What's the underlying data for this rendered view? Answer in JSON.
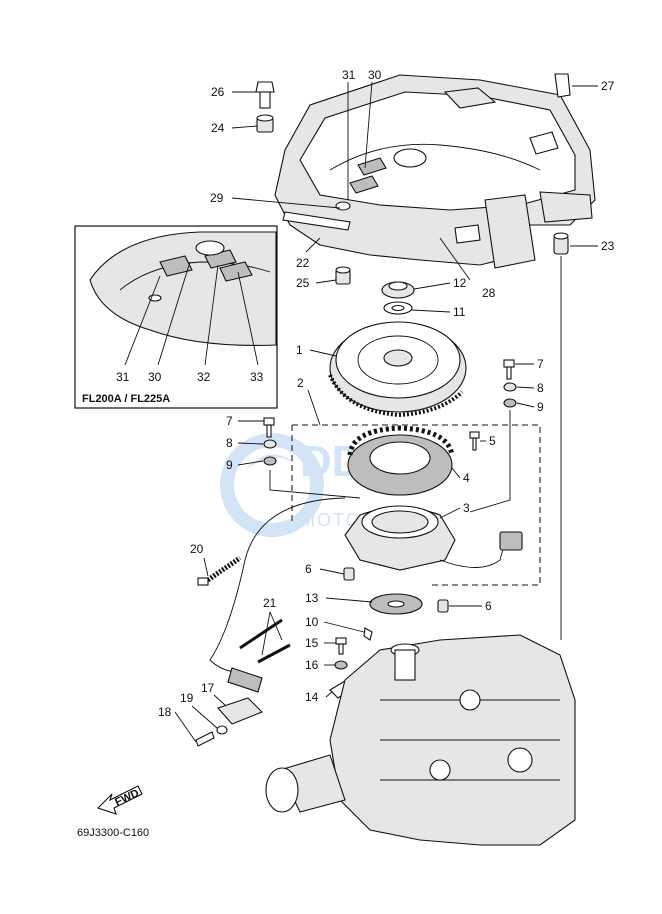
{
  "diagram": {
    "inset_caption": "FL200A / FL225A",
    "drawing_code": "69J3300-C160",
    "fwd_label": "FWD",
    "watermark_text": "MOTORPARTS",
    "callouts": {
      "c1": "1",
      "c2": "2",
      "c3": "3",
      "c4": "4",
      "c5": "5",
      "c6a": "6",
      "c6b": "6",
      "c7a": "7",
      "c7b": "7",
      "c8a": "8",
      "c8b": "8",
      "c9a": "9",
      "c9b": "9",
      "c10": "10",
      "c11": "11",
      "c12": "12",
      "c13": "13",
      "c14": "14",
      "c15": "15",
      "c16": "16",
      "c17": "17",
      "c18": "18",
      "c19": "19",
      "c20": "20",
      "c21": "21",
      "c22": "22",
      "c23": "23",
      "c24": "24",
      "c25": "25",
      "c26": "26",
      "c27": "27",
      "c28": "28",
      "c29": "29",
      "c30": "30",
      "c31": "31",
      "i30": "30",
      "i31": "31",
      "i32": "32",
      "i33": "33"
    }
  }
}
